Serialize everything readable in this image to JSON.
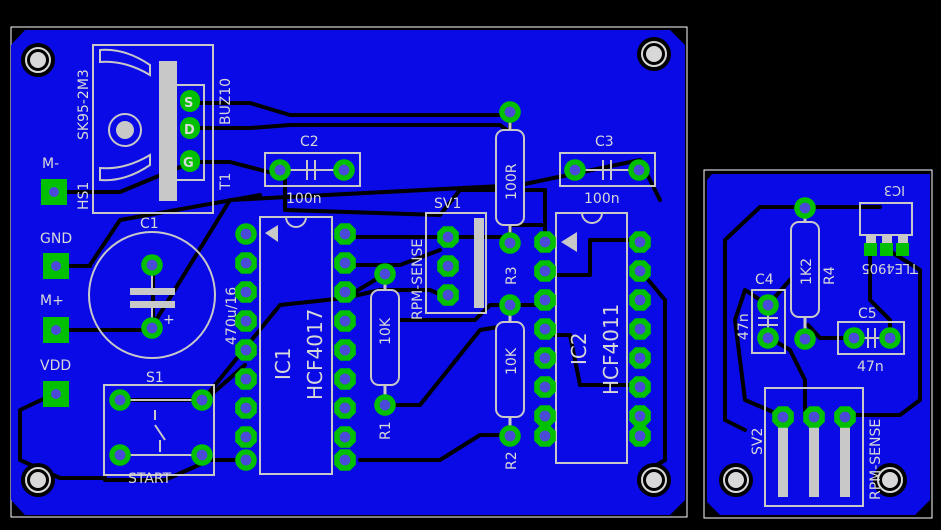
{
  "colors": {
    "board": "#0a0ae6",
    "background": "#000000",
    "trace": "#000000",
    "pad": "#00c000",
    "drill": "#4a4ad8",
    "silkscreen": "#c8c8c8",
    "outline": "#ffffff"
  },
  "main_board": {
    "labels": {
      "hs1_name": "SK95-2M3",
      "hs1_ref": "HS1",
      "t1_part": "BUZ10",
      "t1_ref": "T1",
      "pin_g": "G",
      "pin_d": "D",
      "pin_s": "S",
      "c2_ref": "C2",
      "c2_val": "100n",
      "c3_ref": "C3",
      "c3_val": "100n",
      "c1_ref": "C1",
      "c1_val": "470u/16",
      "m_minus": "M-",
      "gnd": "GND",
      "m_plus": "M+",
      "vdd": "VDD",
      "s1_ref": "S1",
      "s1_val": "START",
      "ic1_ref": "IC1",
      "ic1_part": "HCF4017",
      "ic2_ref": "IC2",
      "ic2_part": "HCF4011",
      "r1_ref": "R1",
      "r1_val": "10K",
      "r2_ref": "R2",
      "r2_val": "10K",
      "r3_ref": "R3",
      "r3_val": "100R",
      "sv1_ref": "SV1",
      "sv1_name": "RPM-SENSE",
      "plus": "+"
    }
  },
  "sensor_board": {
    "labels": {
      "ic3_ref": "IC3",
      "ic3_part": "TLE4905",
      "c4_ref": "C4",
      "c4_val": "47n",
      "c5_ref": "C5",
      "c5_val": "47n",
      "r4_ref": "R4",
      "r4_val": "1K2",
      "sv2_ref": "SV2",
      "sv2_name": "RPM-SENSE"
    }
  }
}
